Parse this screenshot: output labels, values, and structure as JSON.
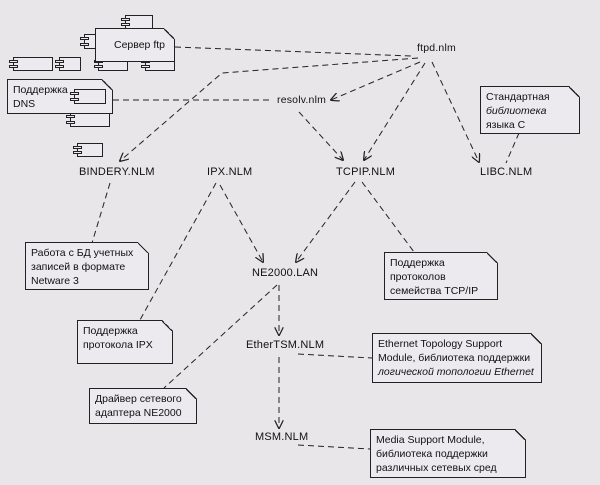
{
  "diagram": {
    "type": "uml-component-dependency",
    "nodes": {
      "ftpd": "ftpd.nlm",
      "resolv": "resolv.nlm",
      "bindery": "BINDERY.NLM",
      "ipx": "IPX.NLM",
      "tcpip": "TCPIP.NLM",
      "libc": "LIBC.NLM",
      "ne2000": "NE2000.LAN",
      "ethertsm": "EtherTSM.NLM",
      "msm": "MSM.NLM"
    },
    "notes": {
      "ftp_server": [
        "Сервер ftp"
      ],
      "dns_support": [
        "Поддержка",
        "DNS"
      ],
      "libc": [
        "Стандартная",
        "библиотека",
        "языка С"
      ],
      "bindery": [
        "Работа с БД учетных",
        "записей в формате",
        "Netware 3"
      ],
      "tcpip": [
        "Поддержка",
        "протоколов",
        "семейства  TCP/IP"
      ],
      "ipx": [
        "Поддержка",
        "протокола IPX"
      ],
      "ne2000": [
        "Драйвер сетевого",
        "адаптера NE2000"
      ],
      "ethertsm": [
        "Ethernet Topology Support",
        "Module, библиотека поддержки",
        "логической топологии Ethernet"
      ],
      "msm": [
        "Media Support Module,",
        "библиотека поддержки",
        "различных сетевых сред"
      ]
    },
    "dependencies": [
      {
        "from": "ftpd.nlm",
        "to": "resolv.nlm"
      },
      {
        "from": "ftpd.nlm",
        "to": "BINDERY.NLM"
      },
      {
        "from": "ftpd.nlm",
        "to": "TCPIP.NLM"
      },
      {
        "from": "ftpd.nlm",
        "to": "LIBC.NLM"
      },
      {
        "from": "resolv.nlm",
        "to": "TCPIP.NLM"
      },
      {
        "from": "IPX.NLM",
        "to": "NE2000.LAN"
      },
      {
        "from": "TCPIP.NLM",
        "to": "NE2000.LAN"
      },
      {
        "from": "NE2000.LAN",
        "to": "EtherTSM.NLM"
      },
      {
        "from": "EtherTSM.NLM",
        "to": "MSM.NLM"
      }
    ],
    "colors": {
      "background": "#e9e6ea",
      "ink": "#222222"
    }
  }
}
